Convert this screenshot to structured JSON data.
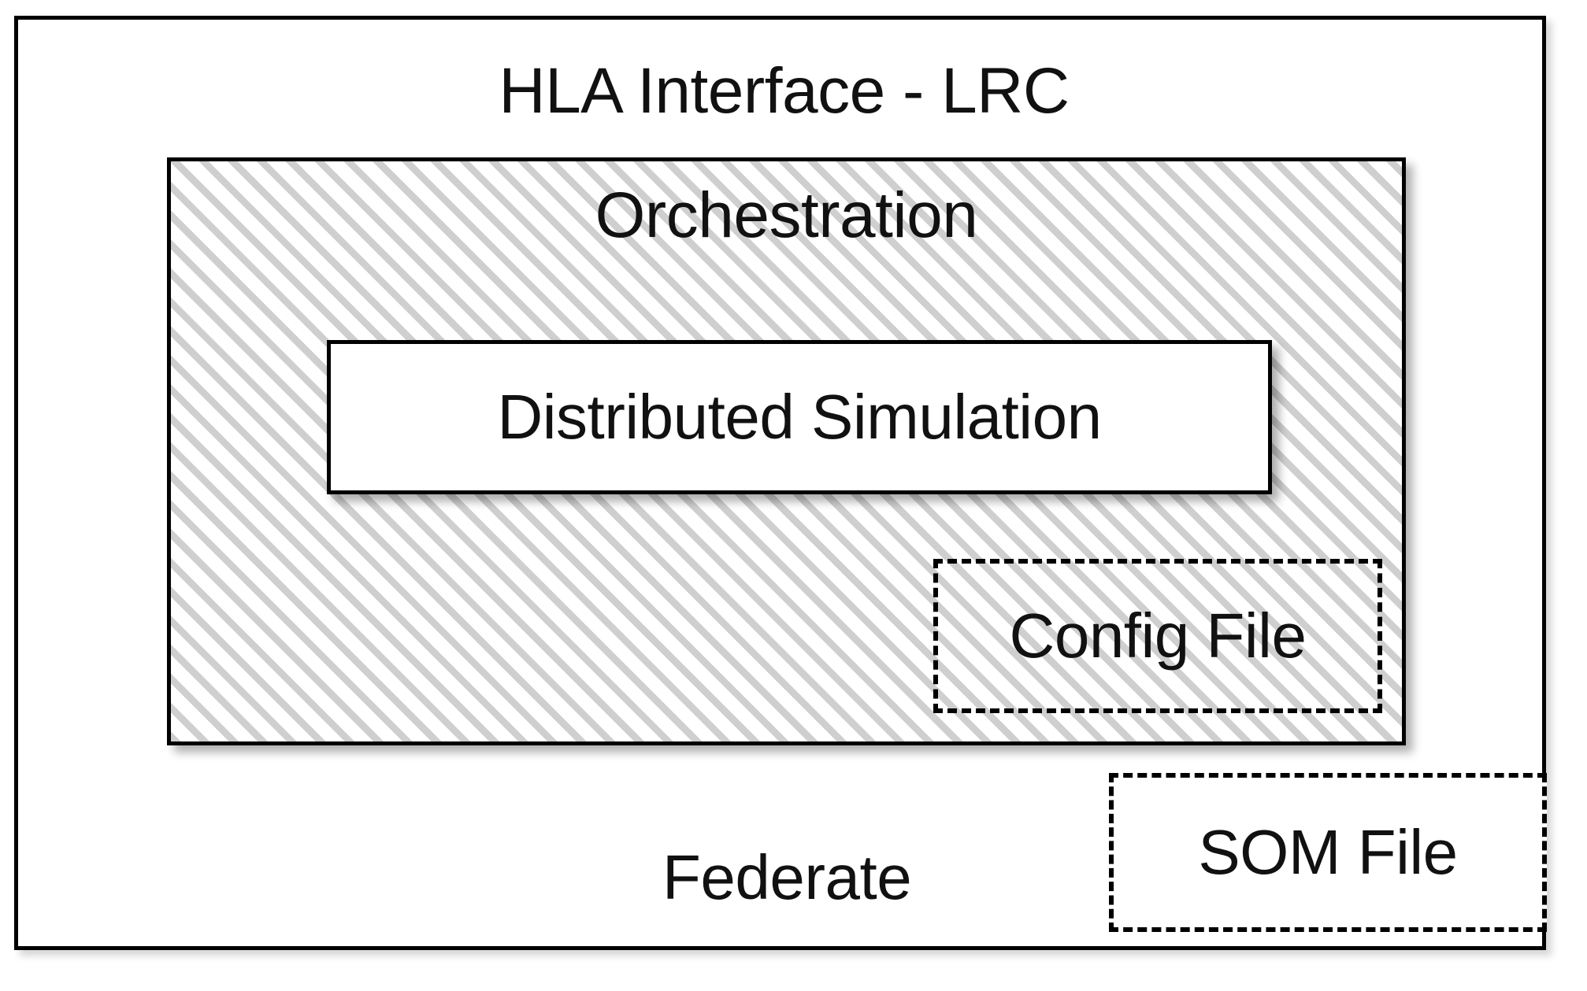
{
  "diagram": {
    "title": "HLA Interface - LRC",
    "outer_container": {
      "label": "Federate",
      "border_style": "solid",
      "border_color": "#000000",
      "fill": "#ffffff"
    },
    "orchestration": {
      "label": "Orchestration",
      "border_style": "solid",
      "border_color": "#000000",
      "fill_pattern": "diagonal-hatch",
      "hatch_color": "#cfcfcf"
    },
    "distributed_simulation": {
      "label": "Distributed Simulation",
      "border_style": "solid",
      "border_color": "#000000",
      "fill": "#ffffff"
    },
    "config_file": {
      "label": "Config File",
      "border_style": "dashed",
      "border_color": "#000000",
      "fill": "transparent"
    },
    "som_file": {
      "label": "SOM File",
      "border_style": "dashed",
      "border_color": "#000000",
      "fill": "#ffffff"
    }
  }
}
